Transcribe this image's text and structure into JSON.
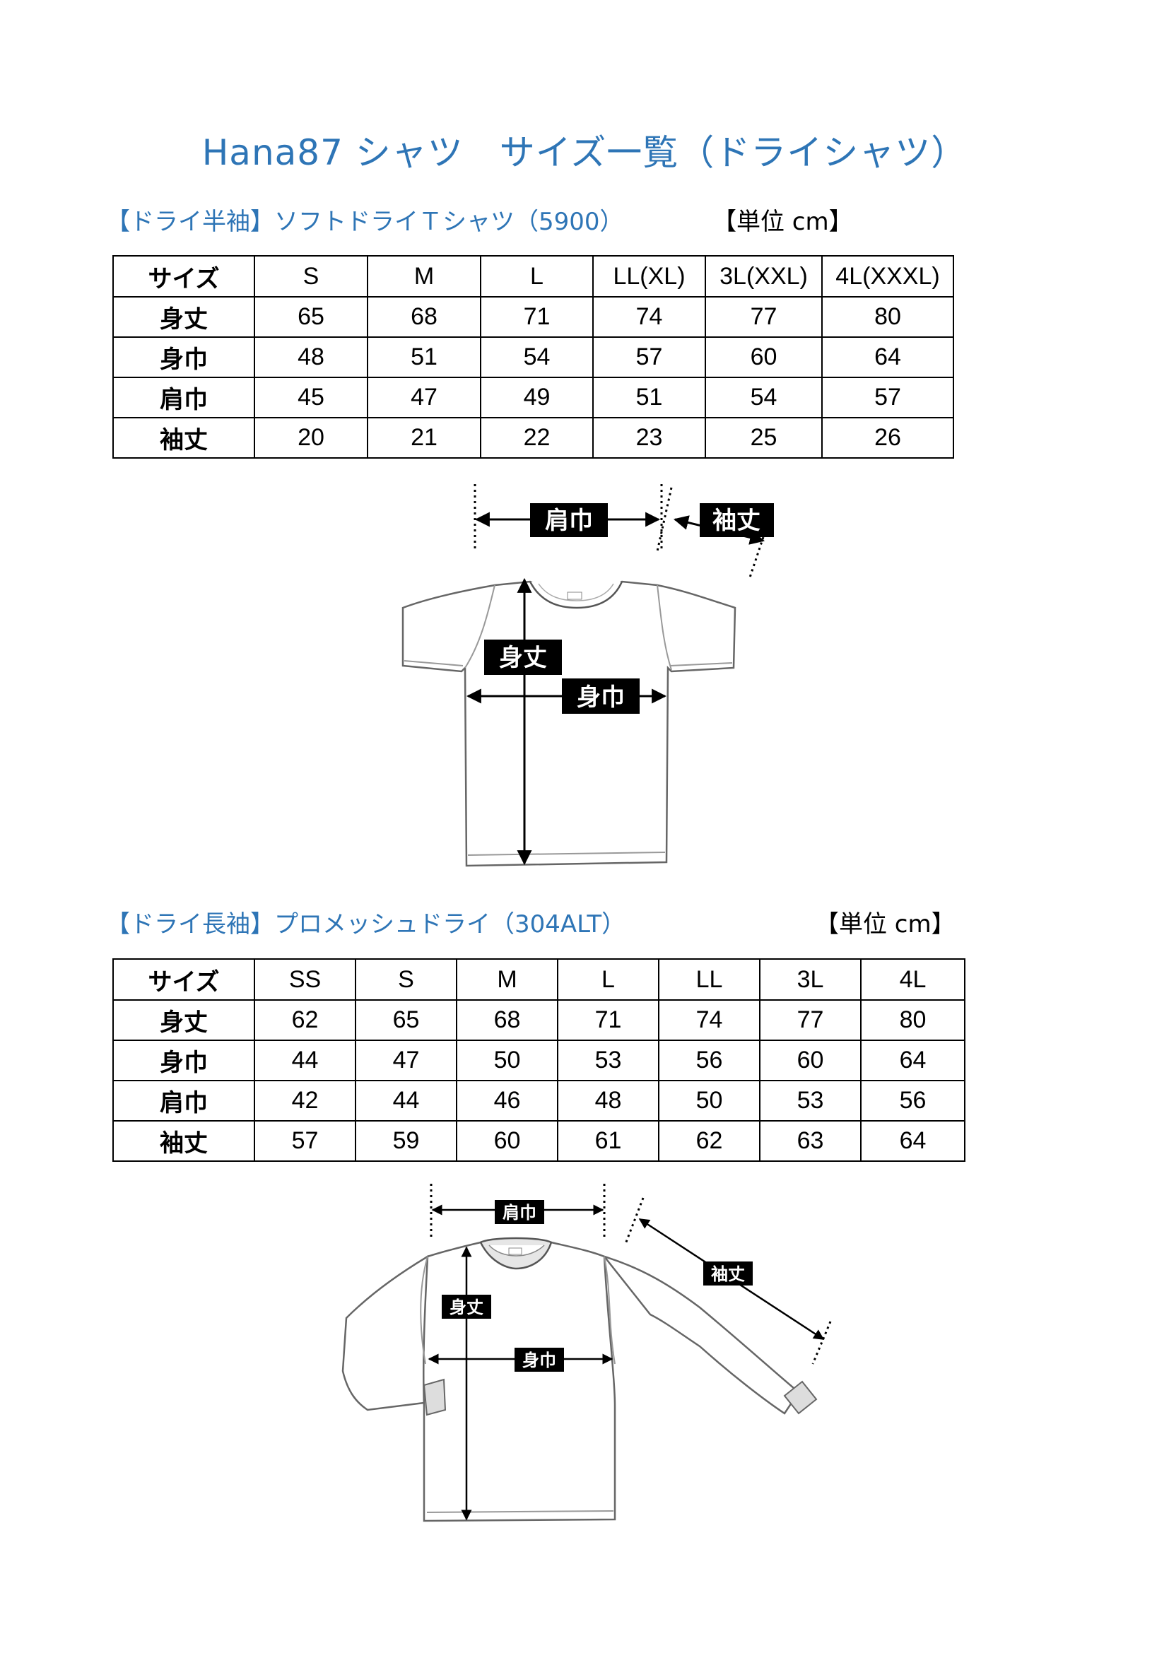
{
  "title": "Hana87 シャツ　サイズ一覧（ドライシャツ）",
  "short_sleeve": {
    "section_title": "【ドライ半袖】ソフトドライＴシャツ（5900）",
    "unit_label": "【単位 cm】",
    "header": [
      "サイズ",
      "S",
      "M",
      "L",
      "LL(XL)",
      "3L(XXL)",
      "4L(XXXL)"
    ],
    "rows": [
      [
        "身丈",
        "65",
        "68",
        "71",
        "74",
        "77",
        "80"
      ],
      [
        "身巾",
        "48",
        "51",
        "54",
        "57",
        "60",
        "64"
      ],
      [
        "肩巾",
        "45",
        "47",
        "49",
        "51",
        "54",
        "57"
      ],
      [
        "袖丈",
        "20",
        "21",
        "22",
        "23",
        "25",
        "26"
      ]
    ],
    "diagram_labels": {
      "shoulder": "肩巾",
      "sleeve": "袖丈",
      "length": "身丈",
      "width": "身巾"
    }
  },
  "long_sleeve": {
    "section_title": "【ドライ長袖】プロメッシュドライ（304ALT）",
    "unit_label": "【単位 cm】",
    "header": [
      "サイズ",
      "SS",
      "S",
      "M",
      "L",
      "LL",
      "3L",
      "4L"
    ],
    "rows": [
      [
        "身丈",
        "62",
        "65",
        "68",
        "71",
        "74",
        "77",
        "80"
      ],
      [
        "身巾",
        "44",
        "47",
        "50",
        "53",
        "56",
        "60",
        "64"
      ],
      [
        "肩巾",
        "42",
        "44",
        "46",
        "48",
        "50",
        "53",
        "56"
      ],
      [
        "袖丈",
        "57",
        "59",
        "60",
        "61",
        "62",
        "63",
        "64"
      ]
    ],
    "diagram_labels": {
      "shoulder": "肩巾",
      "sleeve": "袖丈",
      "length": "身丈",
      "width": "身巾"
    }
  }
}
